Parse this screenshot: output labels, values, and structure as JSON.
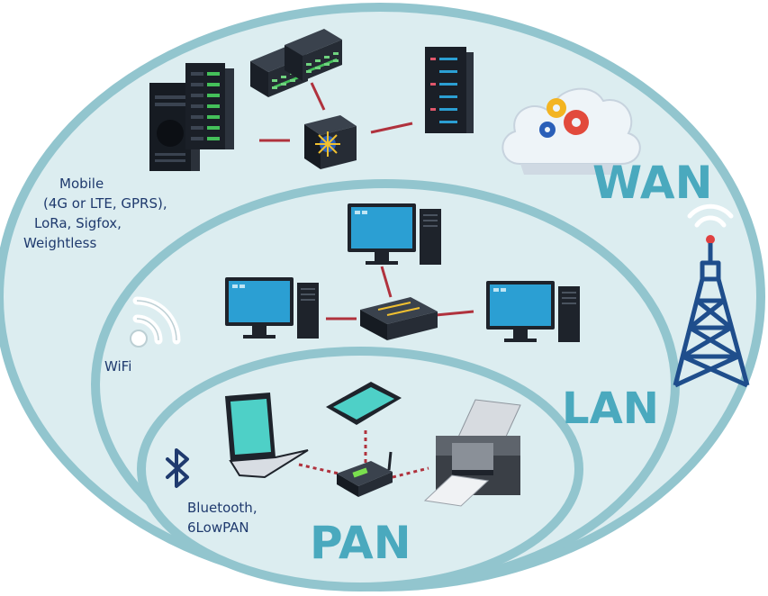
{
  "zones": {
    "wan": "WAN",
    "lan": "LAN",
    "pan": "PAN"
  },
  "technologies": {
    "mobile": [
      "Mobile",
      "(4G or LTE, GPRS),",
      "LoRa, Sigfox,",
      "Weightless"
    ],
    "wifi": "WiFi",
    "bluetooth": [
      "Bluetooth,",
      "6LowPAN"
    ]
  },
  "icons": {
    "servers": "server-rack-icon",
    "core_switch": "network-switch-icon",
    "cloud": "cloud-gears-icon",
    "tower": "cell-tower-icon",
    "desktop": "desktop-computer-icon",
    "hub": "network-hub-icon",
    "wifi": "wifi-icon",
    "bluetooth": "bluetooth-icon",
    "laptop": "laptop-icon",
    "tablet": "tablet-icon",
    "router": "router-icon",
    "printer": "printer-icon"
  },
  "colors": {
    "ring": "#92c5ce",
    "fill": "#dcedf0",
    "zone_label": "#4aa9be",
    "text": "#1f3a6e",
    "link": "#b0323d",
    "screen": "#2b9fd3",
    "device_screen": "#4ed0c7",
    "tower": "#1f4e8c"
  }
}
